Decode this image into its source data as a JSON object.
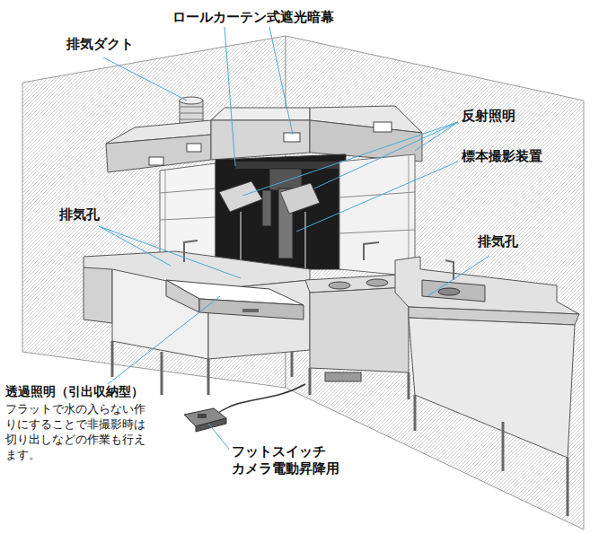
{
  "diagram": {
    "labels": [
      "ロールカーテン式遮光暗幕",
      "排気ダクト",
      "反射照明",
      "標本撮影装置",
      "排気孔",
      "排気孔",
      "透過照明（引出収納型）",
      "フラットで水の入らない作 りにすることで非撮影時は 切り出しなどの作業も行え ます。",
      "フットスイッチ",
      "カメラ電動昇降用"
    ]
  }
}
